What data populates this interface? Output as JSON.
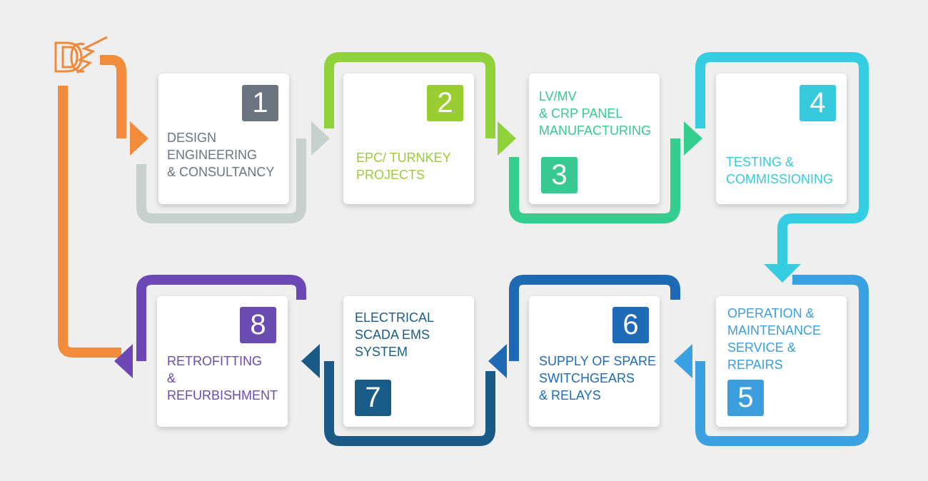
{
  "steps": [
    {
      "number": "1",
      "label": "DESIGN\nENGINEERING\n& CONSULTANCY",
      "color": "#6b7580",
      "connector_color": "#c6d0cd"
    },
    {
      "number": "2",
      "label": "EPC/ TURNKEY\nPROJECTS",
      "color": "#9acd32",
      "connector_color": "#8fd23a"
    },
    {
      "number": "3",
      "label": "LV/MV\n& CRP PANEL\nMANUFACTURING",
      "color": "#37c98f",
      "connector_color": "#34cf8e"
    },
    {
      "number": "4",
      "label": "TESTING &\nCOMMISSIONING",
      "color": "#36c9dc",
      "connector_color": "#35cde2"
    },
    {
      "number": "5",
      "label": "OPERATION &\nMAINTENANCE\nSERVICE &\nREPAIRS",
      "color": "#3b9fde",
      "connector_color": "#3aa2e2"
    },
    {
      "number": "6",
      "label": "SUPPLY OF SPARE\nSWITCHGEARS\n& RELAYS",
      "color": "#1f6bb8",
      "connector_color": "#1e69b4"
    },
    {
      "number": "7",
      "label": "ELECTRICAL\nSCADA EMS\nSYSTEM",
      "color": "#1a5c88",
      "connector_color": "#1a5a86"
    },
    {
      "number": "8",
      "label": "RETROFITTING\n&\nREFURBISHMENT",
      "color": "#6a4bb0",
      "connector_color": "#6c48b6"
    }
  ],
  "logo": {
    "icon": "dc-lightning-logo-icon",
    "color": "#f0893a"
  },
  "return_line_color": "#f28b3c"
}
